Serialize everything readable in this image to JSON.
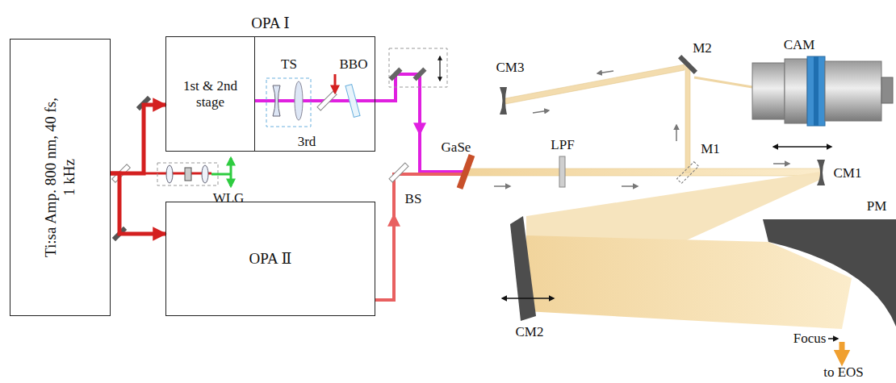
{
  "diagram": {
    "nodes": [
      {
        "text": [
          "Ti:sa Amp. 800 nm, 40 fs, 1 kHz"
        ]
      },
      {
        "text": [
          "OPA Ⅰ"
        ]
      },
      {
        "text": [
          "1st & 2nd stage"
        ],
        "in": 1
      },
      {
        "text": [
          "OPA Ⅱ"
        ]
      }
    ],
    "edges": [
      {
        "from": 0,
        "to": 1,
        "arrow": "to"
      },
      {
        "from": 0,
        "to": 3,
        "arrow": "to"
      }
    ],
    "labels": [
      "TS",
      "BBO",
      "3rd",
      "WLG",
      "BS",
      "GaSe",
      "LPF",
      "CM3",
      "M2",
      "M1",
      "CAM",
      "CM1",
      "PM",
      "CM2",
      "Focus",
      "to EOS"
    ]
  }
}
